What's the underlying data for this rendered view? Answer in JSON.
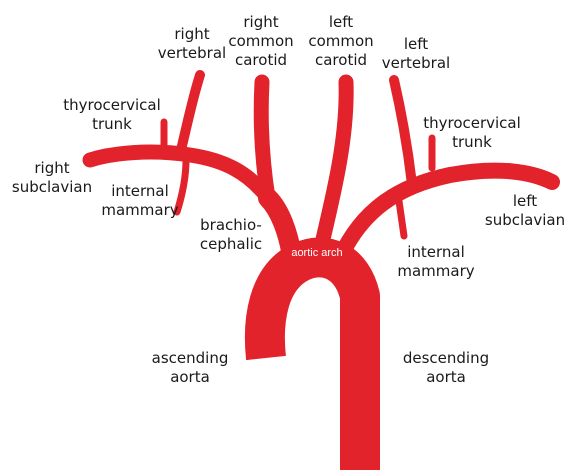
{
  "colors": {
    "vessel": "#e3232b",
    "label": "#1a1a1a",
    "inner_label": "#ffffff"
  },
  "labels": {
    "right_vertebral": [
      "right",
      "vertebral"
    ],
    "right_common_carotid": [
      "right",
      "common",
      "carotid"
    ],
    "left_common_carotid": [
      "left",
      "common",
      "carotid"
    ],
    "left_vertebral": [
      "left",
      "vertebral"
    ],
    "right_thyrocervical_trunk": [
      "thyrocervical",
      "trunk"
    ],
    "left_thyrocervical_trunk": [
      "thyrocervical",
      "trunk"
    ],
    "right_subclavian": [
      "right",
      "subclavian"
    ],
    "left_subclavian": [
      "left",
      "subclavian"
    ],
    "right_internal_mammary": [
      "internal",
      "mammary"
    ],
    "left_internal_mammary": [
      "internal",
      "mammary"
    ],
    "brachiocephalic": [
      "brachio-",
      "cephalic"
    ],
    "aortic_arch": "aortic arch",
    "ascending_aorta": [
      "ascending",
      "aorta"
    ],
    "descending_aorta": [
      "descending",
      "aorta"
    ]
  }
}
